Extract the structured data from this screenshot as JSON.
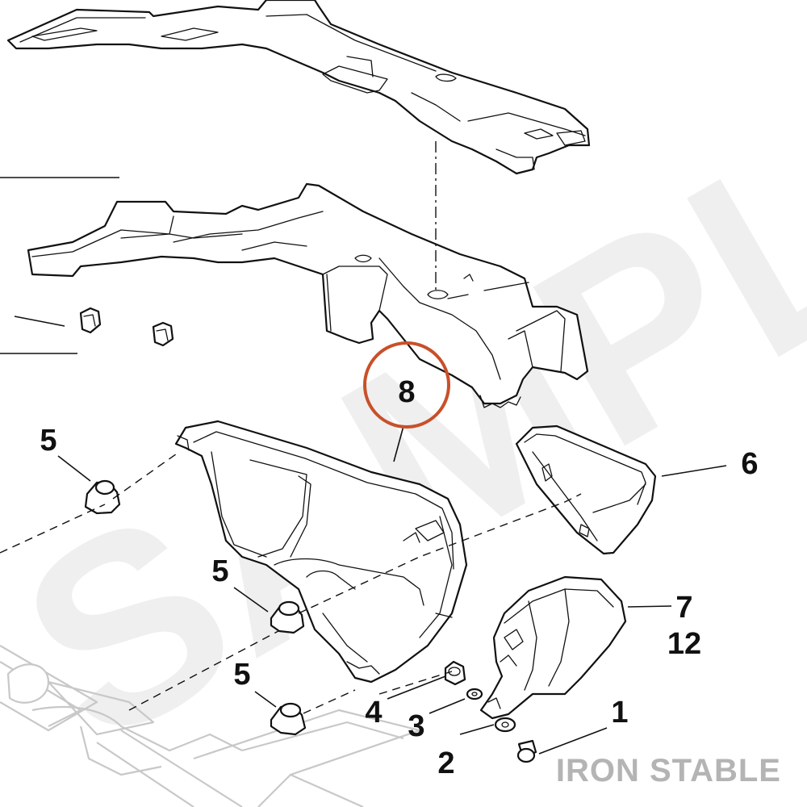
{
  "watermark": {
    "text": "SAMPLE",
    "color": "#efefef"
  },
  "brand": {
    "text": "IRON STABLE",
    "color": "#b4b4b4"
  },
  "highlight": {
    "color": "#c8502a",
    "callout": "8"
  },
  "callouts": [
    {
      "id": "c1",
      "label": "1"
    },
    {
      "id": "c2",
      "label": "2"
    },
    {
      "id": "c3",
      "label": "3"
    },
    {
      "id": "c4",
      "label": "4"
    },
    {
      "id": "c5a",
      "label": "5"
    },
    {
      "id": "c5b",
      "label": "5"
    },
    {
      "id": "c5c",
      "label": "5"
    },
    {
      "id": "c6",
      "label": "6"
    },
    {
      "id": "c7",
      "label": "7"
    },
    {
      "id": "c12",
      "label": "12"
    },
    {
      "id": "c8",
      "label": "8"
    }
  ]
}
